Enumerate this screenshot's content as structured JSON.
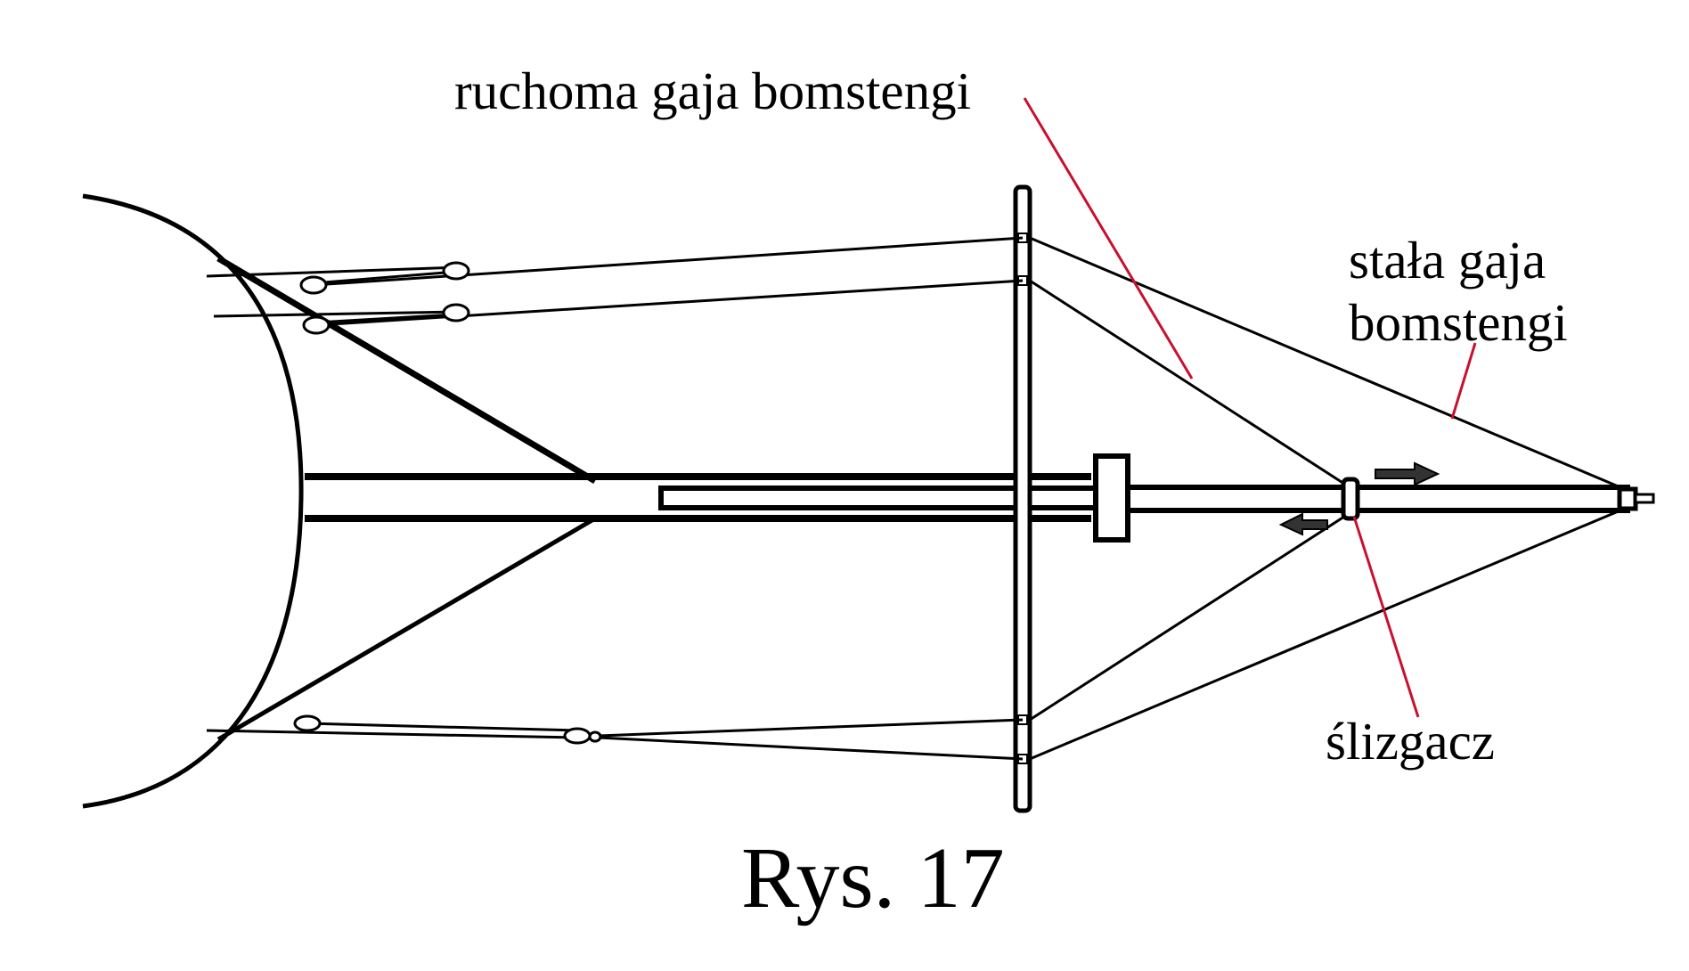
{
  "labels": {
    "movable_stay": "ruchoma gaja bomstengi",
    "fixed_stay_line1": "stała gaja",
    "fixed_stay_line2": "bomstengi",
    "slider": "ślizgacz",
    "caption": "Rys. 17"
  },
  "colors": {
    "ink": "#000000",
    "leader": "#c8102e",
    "background": "#ffffff"
  },
  "arrows": [
    "arrow-right",
    "arrow-left"
  ]
}
